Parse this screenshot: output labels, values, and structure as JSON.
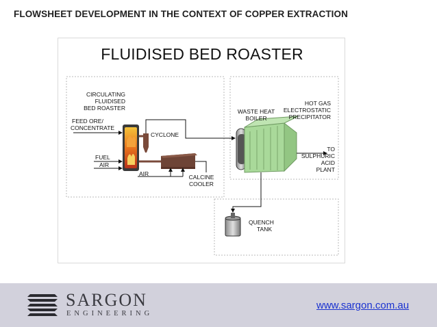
{
  "slide": {
    "title": "FLOWSHEET DEVELOPMENT IN THE CONTEXT OF COPPER EXTRACTION"
  },
  "diagram": {
    "title": "FLUIDISED BED ROASTER",
    "labels": {
      "circulating": "CIRCULATING",
      "fluidised": "FLUIDISED",
      "bed_roaster": "BED ROASTER",
      "feed_ore": "FEED ORE/",
      "concentrate": "CONCENTRATE",
      "cyclone": "CYCLONE",
      "fuel": "FUEL",
      "air_top": "AIR",
      "air_bottom": "AIR",
      "calcine": "CALCINE",
      "cooler": "COOLER",
      "waste_heat": "WASTE HEAT",
      "boiler": "BOILER",
      "hot_gas": "HOT GAS",
      "electrostatic": "ELECTROSTATIC",
      "precipitator": "PRECIPITATOR",
      "to": "TO",
      "sulphuric": "SULPHURIC",
      "acid": "ACID",
      "plant": "PLANT",
      "quench": "QUENCH",
      "tank": "TANK"
    }
  },
  "footer": {
    "logo_name": "SARGON",
    "logo_sub": "ENGINEERING",
    "website": "www.sargon.com.au"
  },
  "colors": {
    "precipitator": "#a9d99a",
    "boiler": "#8a8a8a",
    "cooler": "#7a4a3a",
    "footer_bg": "#d2d1dc",
    "link": "#1a32d0"
  }
}
